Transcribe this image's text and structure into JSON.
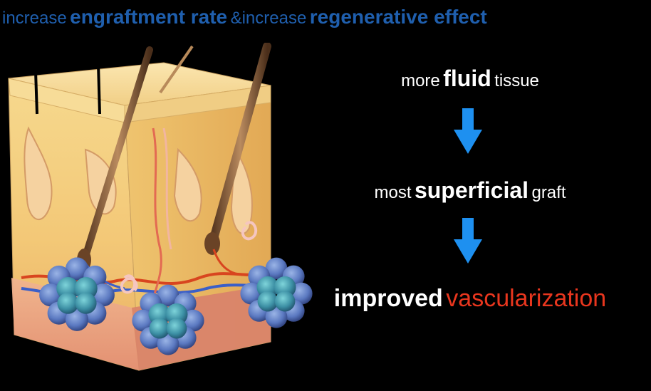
{
  "header": {
    "part1": "increase",
    "part2": "engraftment rate",
    "part3": "&increase",
    "part4": "regenerative effect"
  },
  "flow": {
    "line1": {
      "pre": "more",
      "bold": "fluid",
      "post": "tissue"
    },
    "line2": {
      "pre": "most",
      "bold": "superficial",
      "post": "graft"
    },
    "line3": {
      "bold": "improved",
      "highlight": "vascularization"
    }
  },
  "colors": {
    "background": "#000000",
    "header_blue": "#1f5fae",
    "arrow_blue": "#1e90f0",
    "highlight_red": "#e8361e",
    "text_white": "#ffffff"
  },
  "illustration": {
    "subject": "skin cross-section with hair follicles, vessels and fat-graft cell clusters",
    "cluster_count": 3
  }
}
